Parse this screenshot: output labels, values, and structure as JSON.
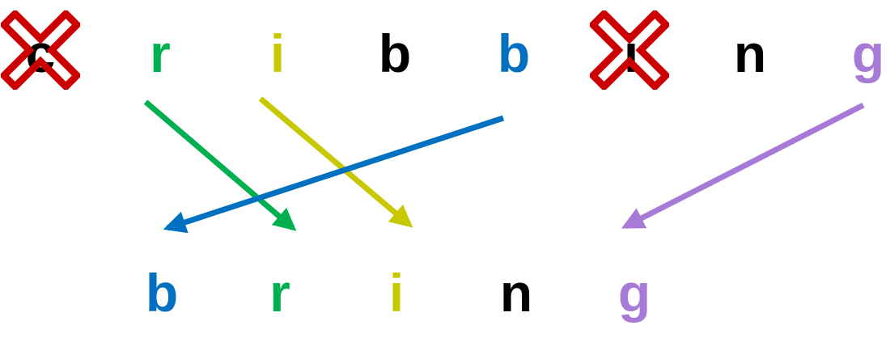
{
  "source_word": {
    "letters": [
      {
        "char": "c",
        "color": "#000000",
        "crossed": true
      },
      {
        "char": "r",
        "color": "#00b050",
        "crossed": false
      },
      {
        "char": "i",
        "color": "#c8c800",
        "crossed": false
      },
      {
        "char": "b",
        "color": "#000000",
        "crossed": false
      },
      {
        "char": "b",
        "color": "#0070c0",
        "crossed": false
      },
      {
        "char": "i",
        "color": "#000000",
        "crossed": true
      },
      {
        "char": "n",
        "color": "#000000",
        "crossed": false
      },
      {
        "char": "g",
        "color": "#a87ad8",
        "crossed": false
      }
    ]
  },
  "target_word": {
    "letters": [
      {
        "char": "b",
        "color": "#0070c0"
      },
      {
        "char": "r",
        "color": "#00b050"
      },
      {
        "char": "i",
        "color": "#c8c800"
      },
      {
        "char": "n",
        "color": "#000000"
      },
      {
        "char": "g",
        "color": "#a87ad8"
      }
    ]
  },
  "arrows": [
    {
      "from": "source-letter-r",
      "to": "target-letter-r",
      "color": "#00b050"
    },
    {
      "from": "source-letter-i",
      "to": "target-letter-i",
      "color": "#c8c800"
    },
    {
      "from": "source-letter-b-blue",
      "to": "target-letter-b",
      "color": "#0070c0"
    },
    {
      "from": "source-letter-g",
      "to": "target-letter-g",
      "color": "#a87ad8"
    }
  ],
  "cross_mark": {
    "icon": "cross-out-icon",
    "color": "#cc0000"
  }
}
